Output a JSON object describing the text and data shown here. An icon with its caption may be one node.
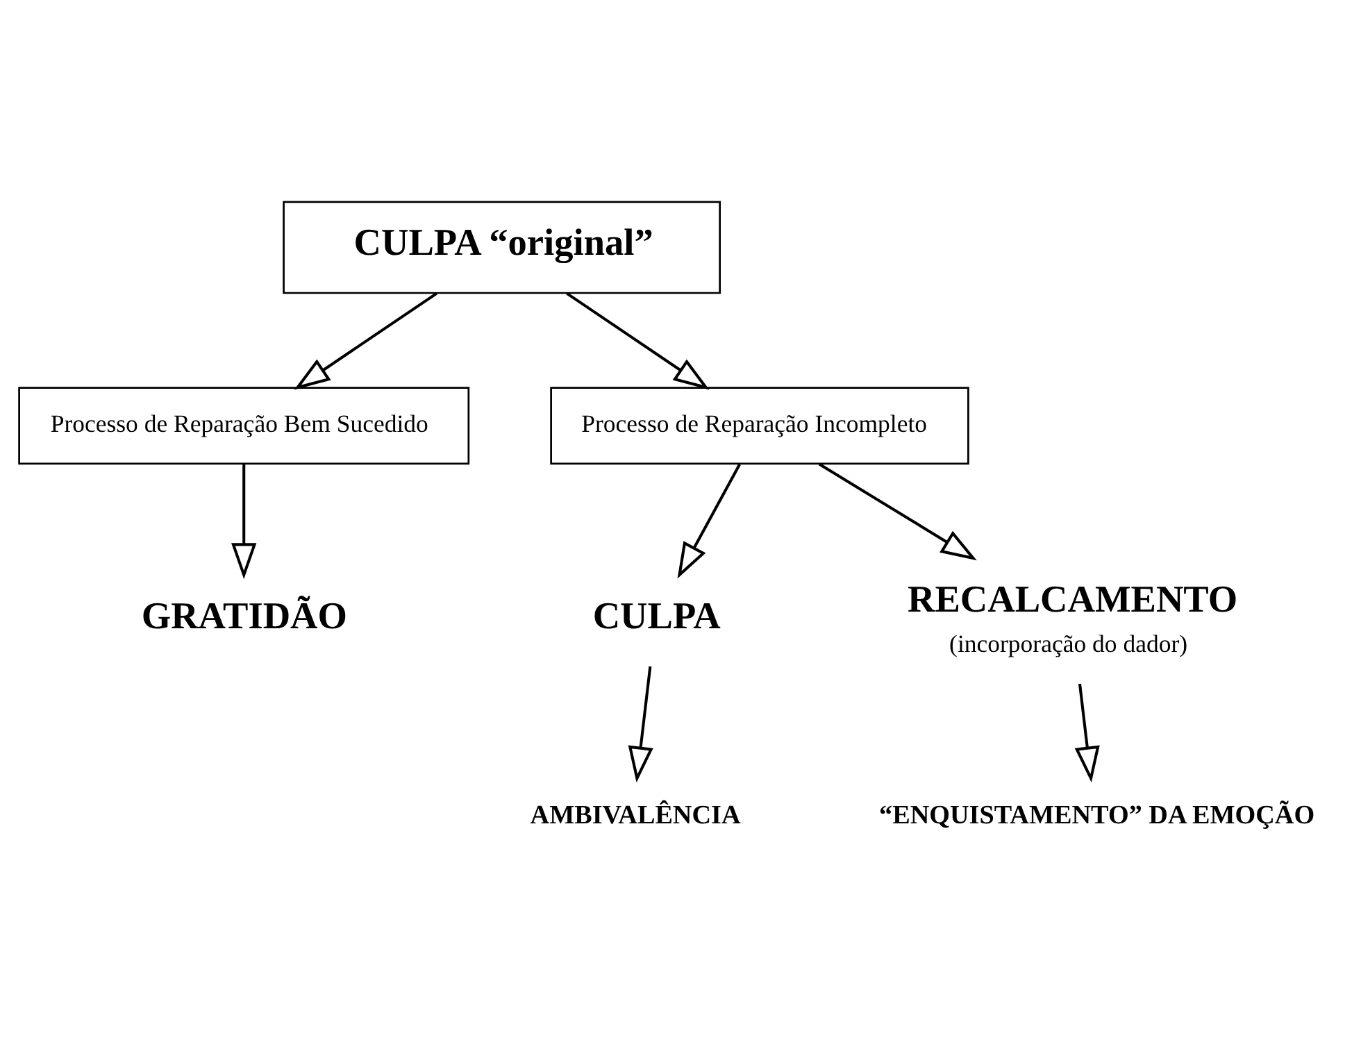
{
  "diagram": {
    "nodes": [
      {
        "text": [
          "CULPA “original”"
        ]
      },
      {
        "text": [
          "Processo de Reparação Bem Sucedido"
        ]
      },
      {
        "text": [
          "Processo de Reparação Incompleto"
        ]
      },
      {
        "text": [
          "GRATIDÃO"
        ]
      },
      {
        "text": [
          "CULPA"
        ]
      },
      {
        "text": [
          "RECALCAMENTO"
        ],
        "beside": [
          "(incorporação do dador)"
        ]
      },
      {
        "text": [
          "AMBIVALÊNCIA"
        ]
      },
      {
        "text": [
          "“ENQUISTAMENTO” DA EMOÇÃO"
        ]
      }
    ],
    "edges": [
      {
        "from": 0,
        "to": 1,
        "arrow": "to"
      },
      {
        "from": 0,
        "to": 2,
        "arrow": "to"
      },
      {
        "from": 1,
        "to": 3,
        "arrow": "to"
      },
      {
        "from": 2,
        "to": 4,
        "arrow": "to"
      },
      {
        "from": 2,
        "to": 5,
        "arrow": "to"
      },
      {
        "from": 4,
        "to": 6,
        "arrow": "to"
      },
      {
        "from": 5,
        "to": 7,
        "arrow": "to"
      }
    ]
  }
}
